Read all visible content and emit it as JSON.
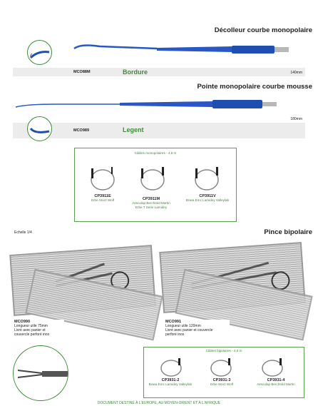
{
  "section1": {
    "title": "Décolleur courbe monopolaire",
    "code": "MCO88M",
    "label": "Bordure",
    "length": "140mm"
  },
  "section2": {
    "title": "Pointe monopolaire courbe mousse",
    "code": "MCO989",
    "label": "Legent",
    "length": "180mm"
  },
  "cables_mono": {
    "title": "Câbles monopolaires - 4,5 m",
    "items": [
      {
        "code": "CP3911E",
        "desc": "Erbe Storz Wolf"
      },
      {
        "code": "CP3911M",
        "desc": "Aesculap Berchtold Martin\nErbe T Serie Lamidey"
      },
      {
        "code": "CP3911V",
        "desc": "Bowa Emc Lamidey Valleylab"
      }
    ]
  },
  "section3": {
    "title": "Pince bipolaire",
    "scale": "Echelle 1/4",
    "products": [
      {
        "code": "MCO990",
        "desc": "Longueur utile 75mm\nLivré avec panier et\ncouvercle perforé inox"
      },
      {
        "code": "MCO991",
        "desc": "Longueur utile 120mm\nLivré avec panier et couvercle\nperforé inox"
      }
    ]
  },
  "cables_bi": {
    "title": "Câbles bipolaires - 4,5 m",
    "items": [
      {
        "code": "CP3931-2",
        "desc": "Bowa Emc Lamidey Valleylab"
      },
      {
        "code": "CP3931-3",
        "desc": "Erbe Storz Wolf"
      },
      {
        "code": "CP3931-4",
        "desc": "Aesculap Berchtold Martin"
      }
    ]
  },
  "footer": "DOCUMENT DESTINÉ À L'EUROPE, AU MOYEN-ORIENT ET À L'AFRIQUE"
}
